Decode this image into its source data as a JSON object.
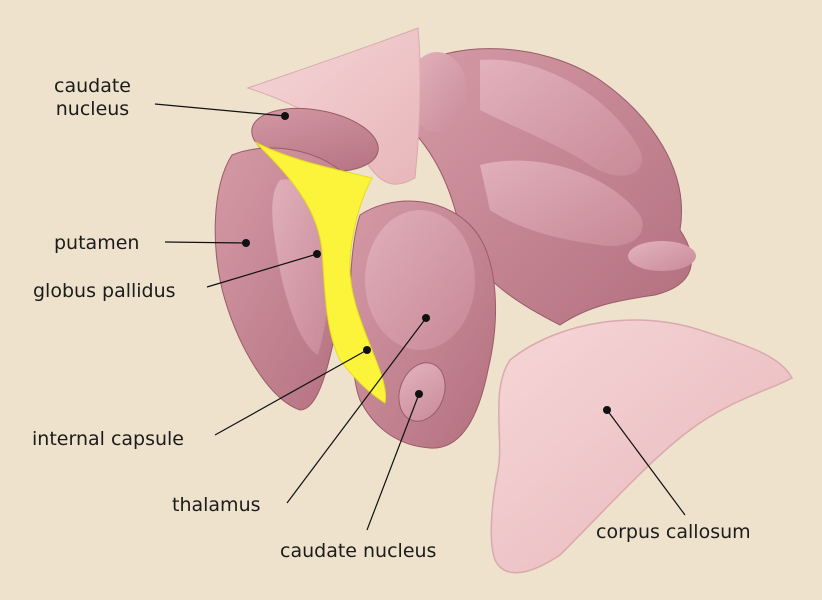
{
  "background_color": "#eee2cd",
  "colors": {
    "tissue": "#c58391",
    "tissue_light": "#dcaab3",
    "tissue_pale": "#f0c9cb",
    "internal_capsule": "#fbf43a",
    "leader": "#111111"
  },
  "labels": {
    "caudate_nucleus_head": "caudate\nnucleus",
    "putamen": "putamen",
    "globus_pallidus": "globus pallidus",
    "internal_capsule": "internal capsule",
    "thalamus": "thalamus",
    "caudate_nucleus_tail": "caudate nucleus",
    "corpus_callosum": "corpus callosum"
  }
}
